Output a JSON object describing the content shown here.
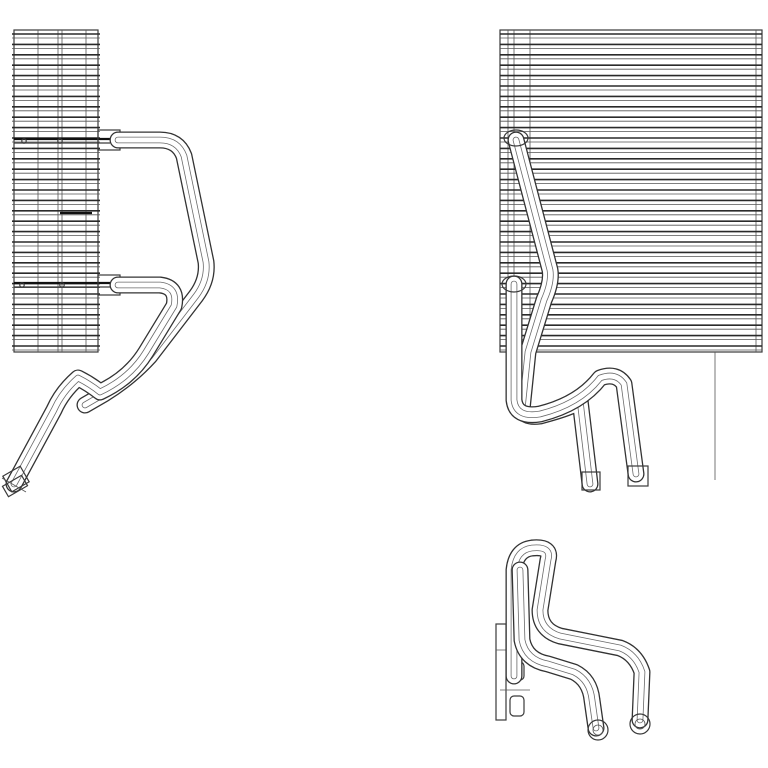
{
  "drawing": {
    "views": [
      {
        "id": "front-view",
        "name": "evaporator-front-view"
      },
      {
        "id": "side-view",
        "name": "evaporator-side-view"
      },
      {
        "id": "top-view",
        "name": "evaporator-top-view"
      }
    ],
    "colors": {
      "line": "#3a3a3a",
      "background": "#ffffff"
    }
  }
}
